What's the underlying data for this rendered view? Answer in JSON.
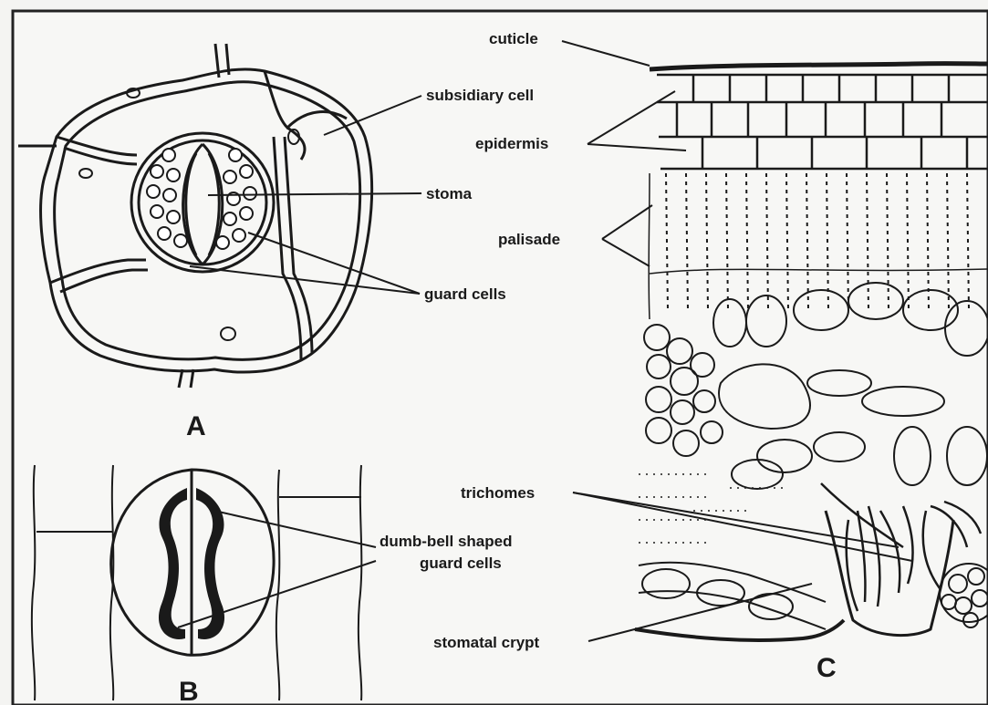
{
  "panels": {
    "a": "A",
    "b": "B",
    "c": "C"
  },
  "labels": {
    "cuticle": "cuticle",
    "subsidiary_cell": "subsidiary cell",
    "epidermis": "epidermis",
    "stoma": "stoma",
    "palisade": "palisade",
    "guard_cells": "guard cells",
    "trichomes": "trichomes",
    "dumbbell_line1": "dumb-bell shaped",
    "dumbbell_line2": "guard cells",
    "stomatal_crypt": "stomatal crypt"
  }
}
